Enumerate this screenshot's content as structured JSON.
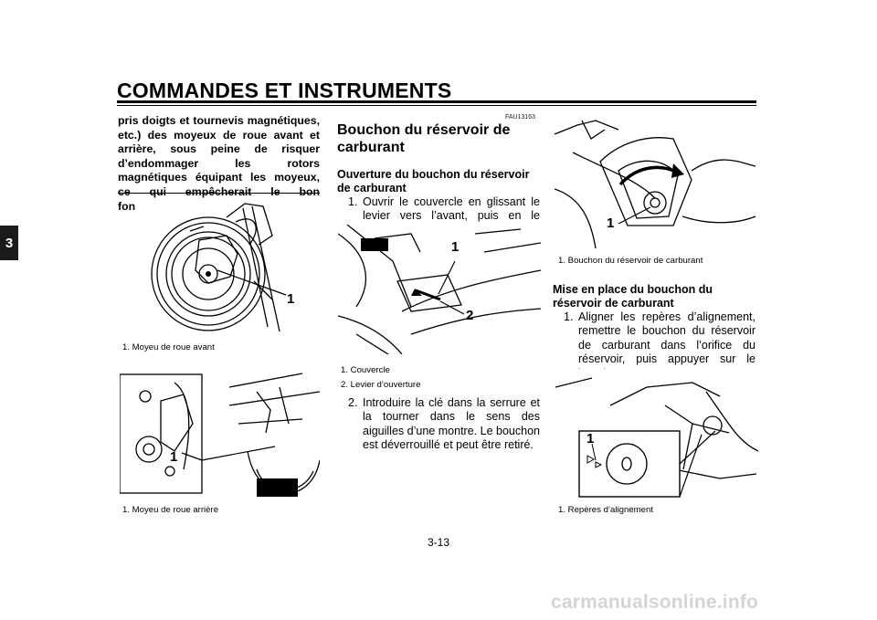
{
  "header": {
    "title": "COMMANDES ET INSTRUMENTS"
  },
  "chapter_tab": "3",
  "left_column": {
    "warning_text": "pris doigts et tournevis magnétiques, etc.) des moyeux de roue avant et arrière, sous peine de risquer d’endommager les rotors magnétiques équipant les moyeux, ce qui empêcherait le bon fonctionnement du système ABS.",
    "figure1": {
      "callout": "1",
      "caption": "1. Moyeu de roue avant"
    },
    "figure2": {
      "callout": "1",
      "caption": "1. Moyeu de roue arrière"
    }
  },
  "middle_column": {
    "code": "FAU13163",
    "title": "Bouchon du réservoir de carburant",
    "opening_heading": "Ouverture du bouchon du réservoir de carburant",
    "step1_num": "1.",
    "step1_text": "Ouvrir le couvercle en glissant le levier vers l’avant, puis en le relevant.",
    "figure": {
      "callout1": "1",
      "callout2": "2",
      "caption1": "1. Couvercle",
      "caption2": "2. Levier d’ouverture"
    },
    "step2_num": "2.",
    "step2_text": "Introduire la clé dans la serrure et la tourner dans le sens des aiguilles d’une montre. Le bouchon est déverrouillé et peut être retiré."
  },
  "right_column": {
    "figure1": {
      "callout": "1",
      "caption": "1. Bouchon du réservoir de carburant"
    },
    "install_heading": "Mise en place du bouchon du réservoir de carburant",
    "step1_num": "1.",
    "step1_text": "Aligner les repères d’alignement, remettre le bouchon du réservoir de carburant dans l’orifice du réservoir, puis appuyer sur le bouchon.",
    "figure2": {
      "callout": "1",
      "caption": "1. Repères d’alignement"
    }
  },
  "page_number": "3-13",
  "watermark": "carmanualsonline.info"
}
